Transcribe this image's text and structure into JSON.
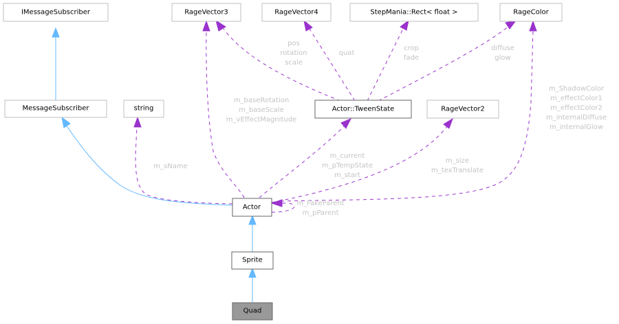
{
  "diagram": {
    "title": "Quad collaboration diagram",
    "nodes": {
      "imessagesubscriber": "IMessageSubscriber",
      "ragevector3": "RageVector3",
      "ragevector4": "RageVector4",
      "rect": "StepMania::Rect< float >",
      "ragecolor": "RageColor",
      "messagesubscriber": "MessageSubscriber",
      "string": "string",
      "tweenstate": "Actor::TweenState",
      "ragevector2": "RageVector2",
      "actor": "Actor",
      "sprite": "Sprite",
      "quad": "Quad"
    },
    "edge_labels": {
      "tween_vector3": [
        "pos",
        "rotation",
        "scale"
      ],
      "tween_vector4": [
        "quat"
      ],
      "tween_rect": [
        "crop",
        "fade"
      ],
      "tween_color": [
        "diffuse",
        "glow"
      ],
      "actor_vector3": [
        "m_baseRotation",
        "m_baseScale",
        "m_vEffectMagnitude"
      ],
      "actor_string": [
        "m_sName"
      ],
      "actor_tween": [
        "m_current",
        "m_pTempState",
        "m_start"
      ],
      "actor_vector2": [
        "m_size",
        "m_texTranslate"
      ],
      "actor_color": [
        "m_ShadowColor",
        "m_effectColor1",
        "m_effectColor2",
        "m_internalDiffuse",
        "m_internalGlow"
      ],
      "actor_self": [
        "m_FakeParent",
        "m_pParent"
      ]
    },
    "colors": {
      "inheritance": "#63b8ff",
      "member": "#9a32cd",
      "label": "#c4c4c4",
      "focus_fill": "#999999"
    }
  }
}
